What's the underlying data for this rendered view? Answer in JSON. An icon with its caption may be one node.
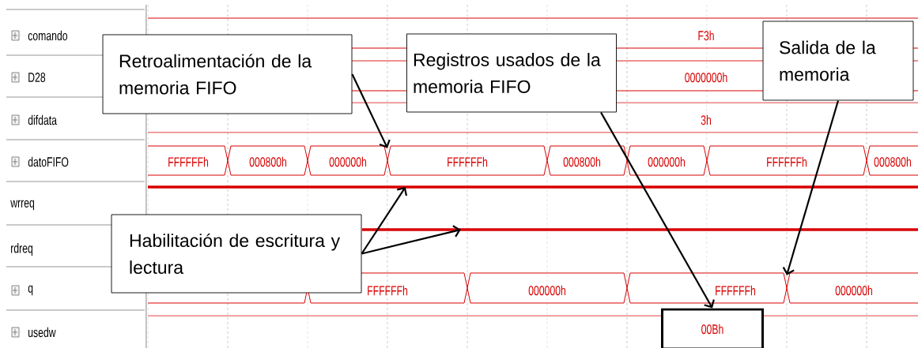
{
  "diagram": {
    "nodes": [
      {
        "text": [
          "Retroalimentación de la memoria FIFO"
        ]
      },
      {
        "text": [
          "Registros usados de la memoria FIFO"
        ]
      },
      {
        "text": [
          "Salida de la memoria"
        ]
      },
      {
        "text": [
          "Habilitación de escritura y lectura"
        ]
      },
      {
        "text": [
          "00Bh"
        ]
      },
      {
        "text": [],
        "shape": "cross"
      },
      {
        "text": [],
        "shape": "line"
      },
      {
        "text": [],
        "shape": "line"
      },
      {
        "text": [],
        "shape": "cross"
      }
    ],
    "edges": [
      {
        "from": 0,
        "to": 5,
        "arrow": "to"
      },
      {
        "from": 1,
        "to": 4,
        "arrow": "to"
      },
      {
        "from": 2,
        "to": 8,
        "arrow": "to"
      },
      {
        "from": 3,
        "to": 6,
        "arrow": "to"
      },
      {
        "from": 3,
        "to": 7,
        "arrow": "to"
      }
    ],
    "labels": [
      "comando",
      "F3h",
      "D28",
      "0000000h",
      "difdata",
      "3h",
      "datoFIFO",
      "FFFFFFh",
      "000800h",
      "000000h",
      "FFFFFFh",
      "000800h",
      "000000h",
      "FFFFFFh",
      "000800h",
      "wrreq",
      "rdreq",
      "q",
      "FFFFFFh",
      "000000h",
      "FFFFFFh",
      "000000h",
      "usedw"
    ]
  }
}
